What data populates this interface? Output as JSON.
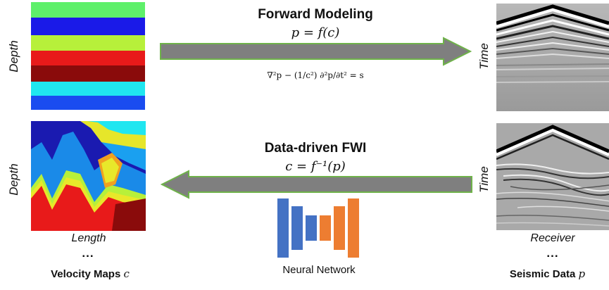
{
  "left_panel": {
    "top_axis_label": "Depth",
    "bottom_axis_label": "Depth",
    "x_axis_label": "Length",
    "ellipsis": "...",
    "caption_bold": "Velocity Maps",
    "caption_var": "c",
    "layer_colors": [
      "#5ef06a",
      "#1a1ae8",
      "#b7f03a",
      "#e81a1a",
      "#8a0b0b",
      "#20e6f0",
      "#1a4cf0"
    ]
  },
  "forward": {
    "title": "Forward Modeling",
    "formula": "p = f(c)",
    "equation": "∇²p − (1/c²) ∂²p/∂t² = s"
  },
  "inverse": {
    "title": "Data-driven FWI",
    "formula": "c = f⁻¹(p)",
    "network_label": "Neural Network"
  },
  "right_panel": {
    "top_axis_label": "Time",
    "bottom_axis_label": "Time",
    "x_axis_label": "Receiver",
    "ellipsis": "...",
    "caption_bold": "Seismic Data",
    "caption_var": "p"
  },
  "colors": {
    "arrow_fill": "#7f7f7f",
    "arrow_stroke": "#6fb24a",
    "net_blue": "#4472c4",
    "net_orange": "#ed7d31"
  }
}
